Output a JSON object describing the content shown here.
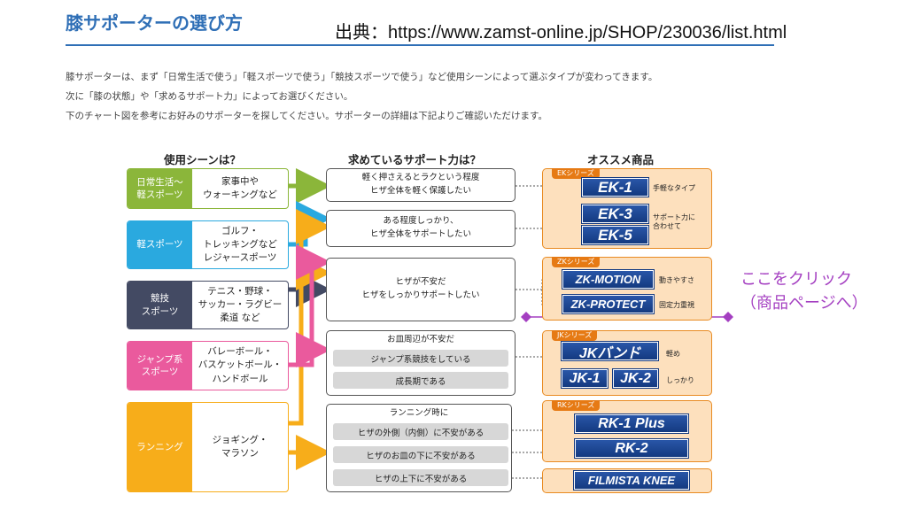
{
  "header": {
    "title": "膝サポーターの選び方",
    "source": "出典：https://www.zamst-online.jp/SHOP/230036/list.html"
  },
  "intro": [
    "膝サポーターは、まず「日常生活で使う」「軽スポーツで使う」「競技スポーツで使う」など使用シーンによって選ぶタイプが変わってきます。",
    "次に「膝の状態」や「求めるサポート力」によってお選びください。",
    "下のチャート図を参考にお好みのサポーターを探してください。サポーターの詳細は下記よりご確認いただけます。"
  ],
  "columns": {
    "scene": "使用シーンは？",
    "support": "求めているサポート力は？",
    "products": "オススメ商品"
  },
  "scenes": [
    {
      "tag": "日常生活～\n軽スポーツ",
      "desc": "家事中や\nウォーキングなど",
      "color": "#8bb63a"
    },
    {
      "tag": "軽スポーツ",
      "desc": "ゴルフ・\nトレッキングなど\nレジャースポーツ",
      "color": "#2aa9df"
    },
    {
      "tag": "競技\nスポーツ",
      "desc": "テニス・野球・\nサッカー・ラグビー\n柔道 など",
      "color": "#434a63"
    },
    {
      "tag": "ジャンプ系\nスポーツ",
      "desc": "バレーボール・\nバスケットボール・\nハンドボール",
      "color": "#ea5a9d"
    },
    {
      "tag": "ランニング",
      "desc": "ジョギング・\nマラソン",
      "color": "#f7ad1a"
    }
  ],
  "needs": {
    "n1": "軽く押さえるとラクという程度\nヒザ全体を軽く保護したい",
    "n2": "ある程度しっかり、\nヒザ全体をサポートしたい",
    "n3": "ヒザが不安だ\nヒザをしっかりサポートしたい",
    "n4": {
      "title": "お皿周辺が不安だ",
      "options": [
        "ジャンプ系競技をしている",
        "成長期である"
      ]
    },
    "n5": {
      "title": "ランニング時に",
      "options": [
        "ヒザの外側（内側）に不安がある",
        "ヒザのお皿の下に不安がある",
        "ヒザの上下に不安がある"
      ]
    }
  },
  "products": {
    "ek": {
      "series": "EKシリーズ",
      "items": [
        "EK-1",
        "EK-3",
        "EK-5"
      ],
      "notes": [
        "手軽なタイプ",
        "サポート力に\n合わせて"
      ]
    },
    "zk": {
      "series": "ZKシリーズ",
      "items": [
        "ZK-MOTION",
        "ZK-PROTECT"
      ],
      "notes": [
        "動きやすさ",
        "固定力重視"
      ]
    },
    "jk": {
      "series": "JKシリーズ",
      "items": [
        "JKバンド",
        "JK-1",
        "JK-2"
      ],
      "notes": [
        "軽め",
        "しっかり"
      ]
    },
    "rk": {
      "series": "RKシリーズ",
      "items": [
        "RK-1 Plus",
        "RK-2"
      ]
    },
    "filmista": "FILMISTA KNEE"
  },
  "callout": "ここをクリック\n（商品ページへ）",
  "colors": {
    "accent_blue": "#2f6fb6",
    "callout_purple": "#a43fc1",
    "product_orange": "#e98b22",
    "product_navy": "#1d4590"
  }
}
